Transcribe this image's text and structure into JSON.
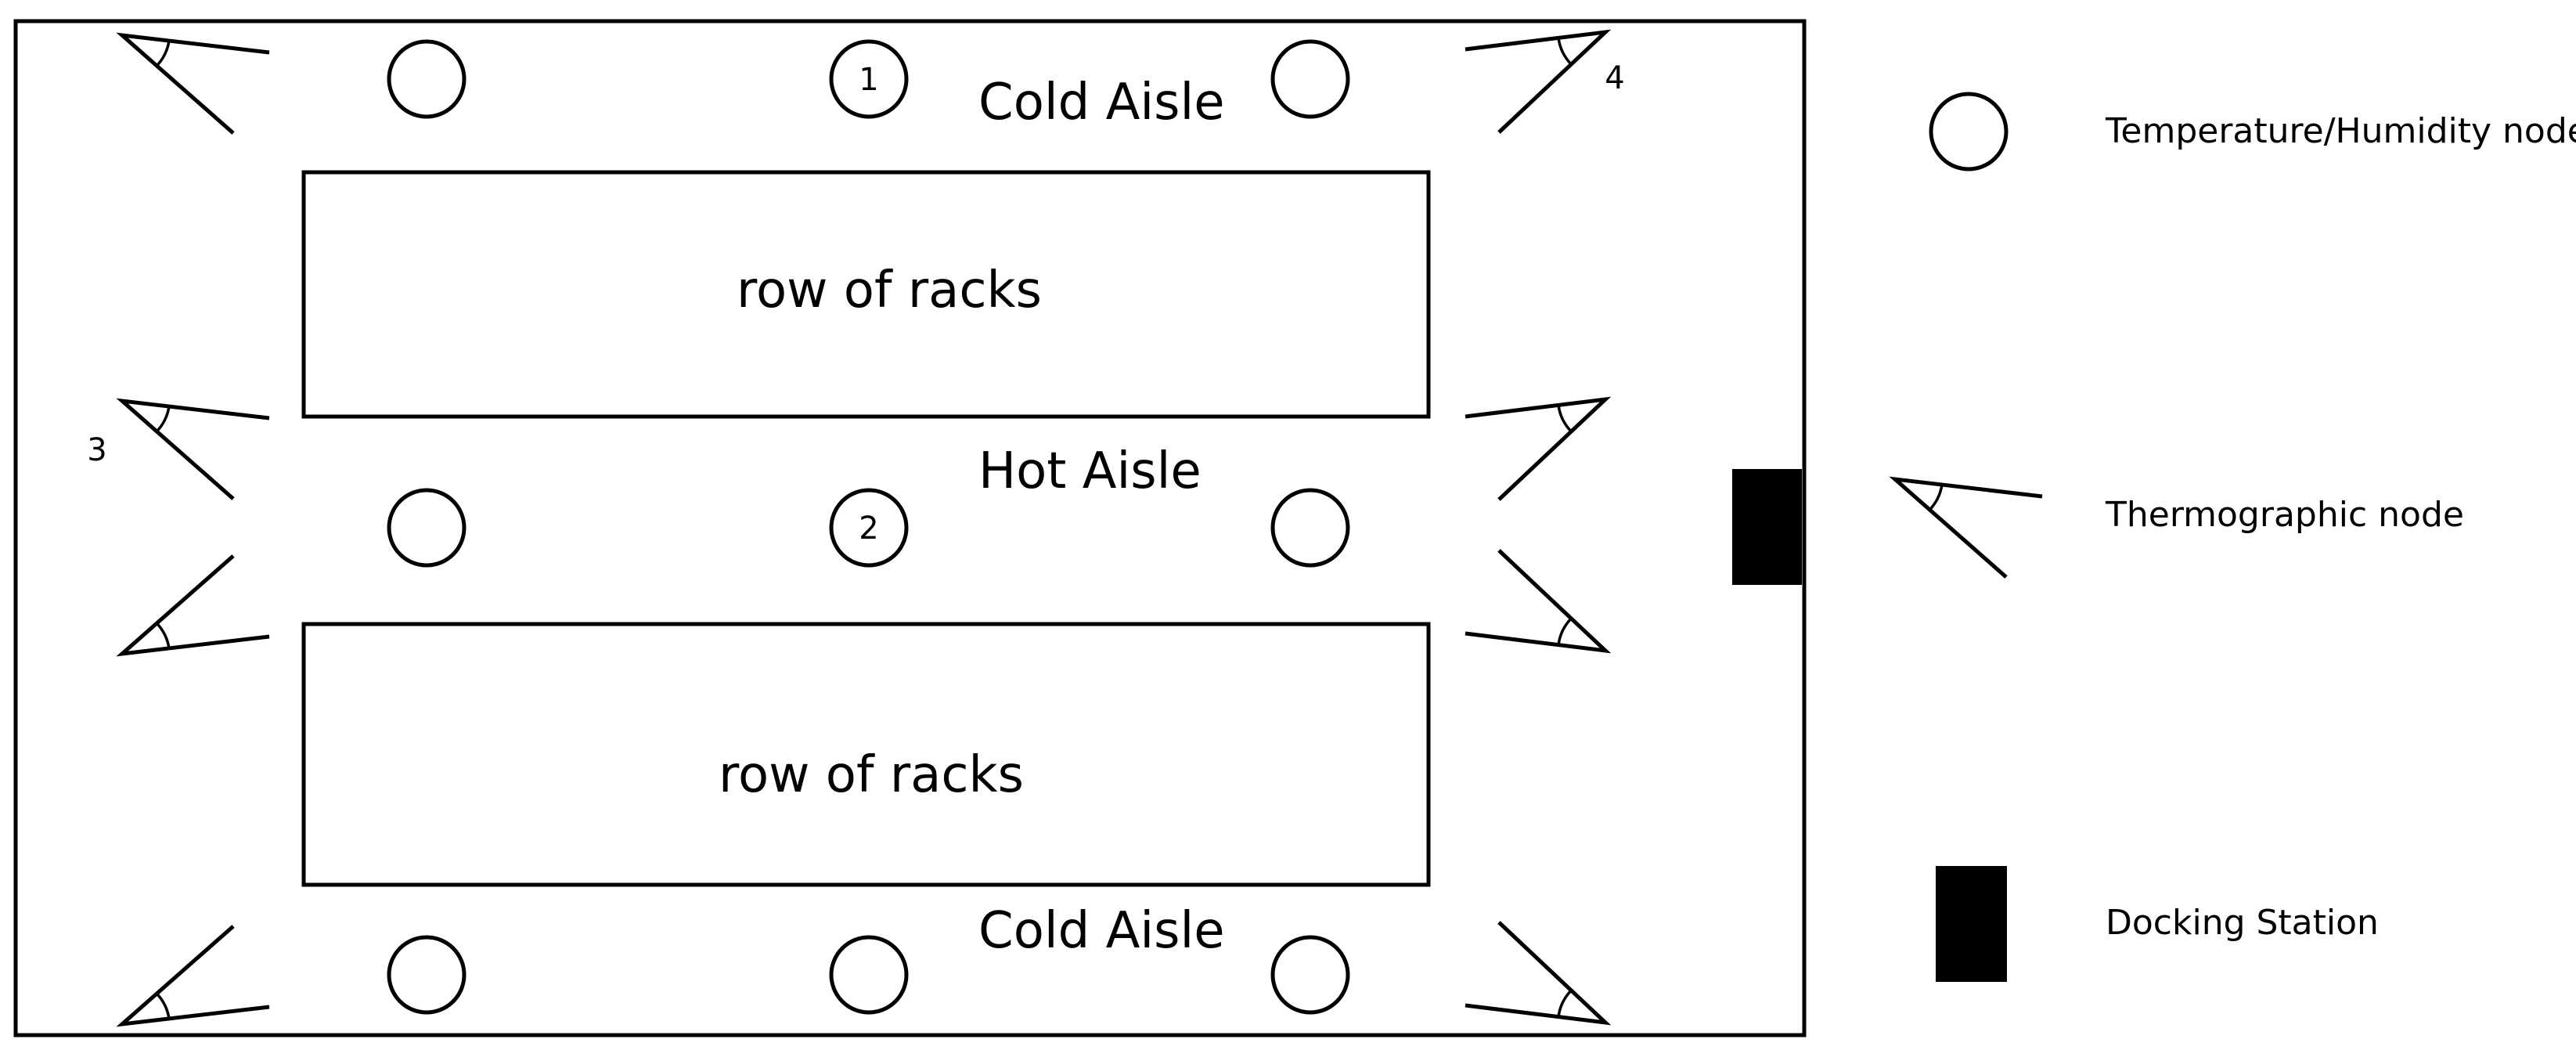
{
  "floor_plan": {
    "aisles": {
      "cold_aisle_top": "Cold Aisle",
      "hot_aisle": "Hot Aisle",
      "cold_aisle_bottom": "Cold Aisle"
    },
    "racks": {
      "top_row": "row of racks",
      "bottom_row": "row of racks"
    },
    "node_numbers": {
      "n1": "1",
      "n2": "2",
      "n3": "3",
      "n4": "4"
    }
  },
  "legend": {
    "temperature_node": "Temperature/Humidity node",
    "thermographic_node": "Thermographic node",
    "docking_station": "Docking Station"
  },
  "colors": {
    "line": "#000000",
    "background": "#ffffff"
  }
}
